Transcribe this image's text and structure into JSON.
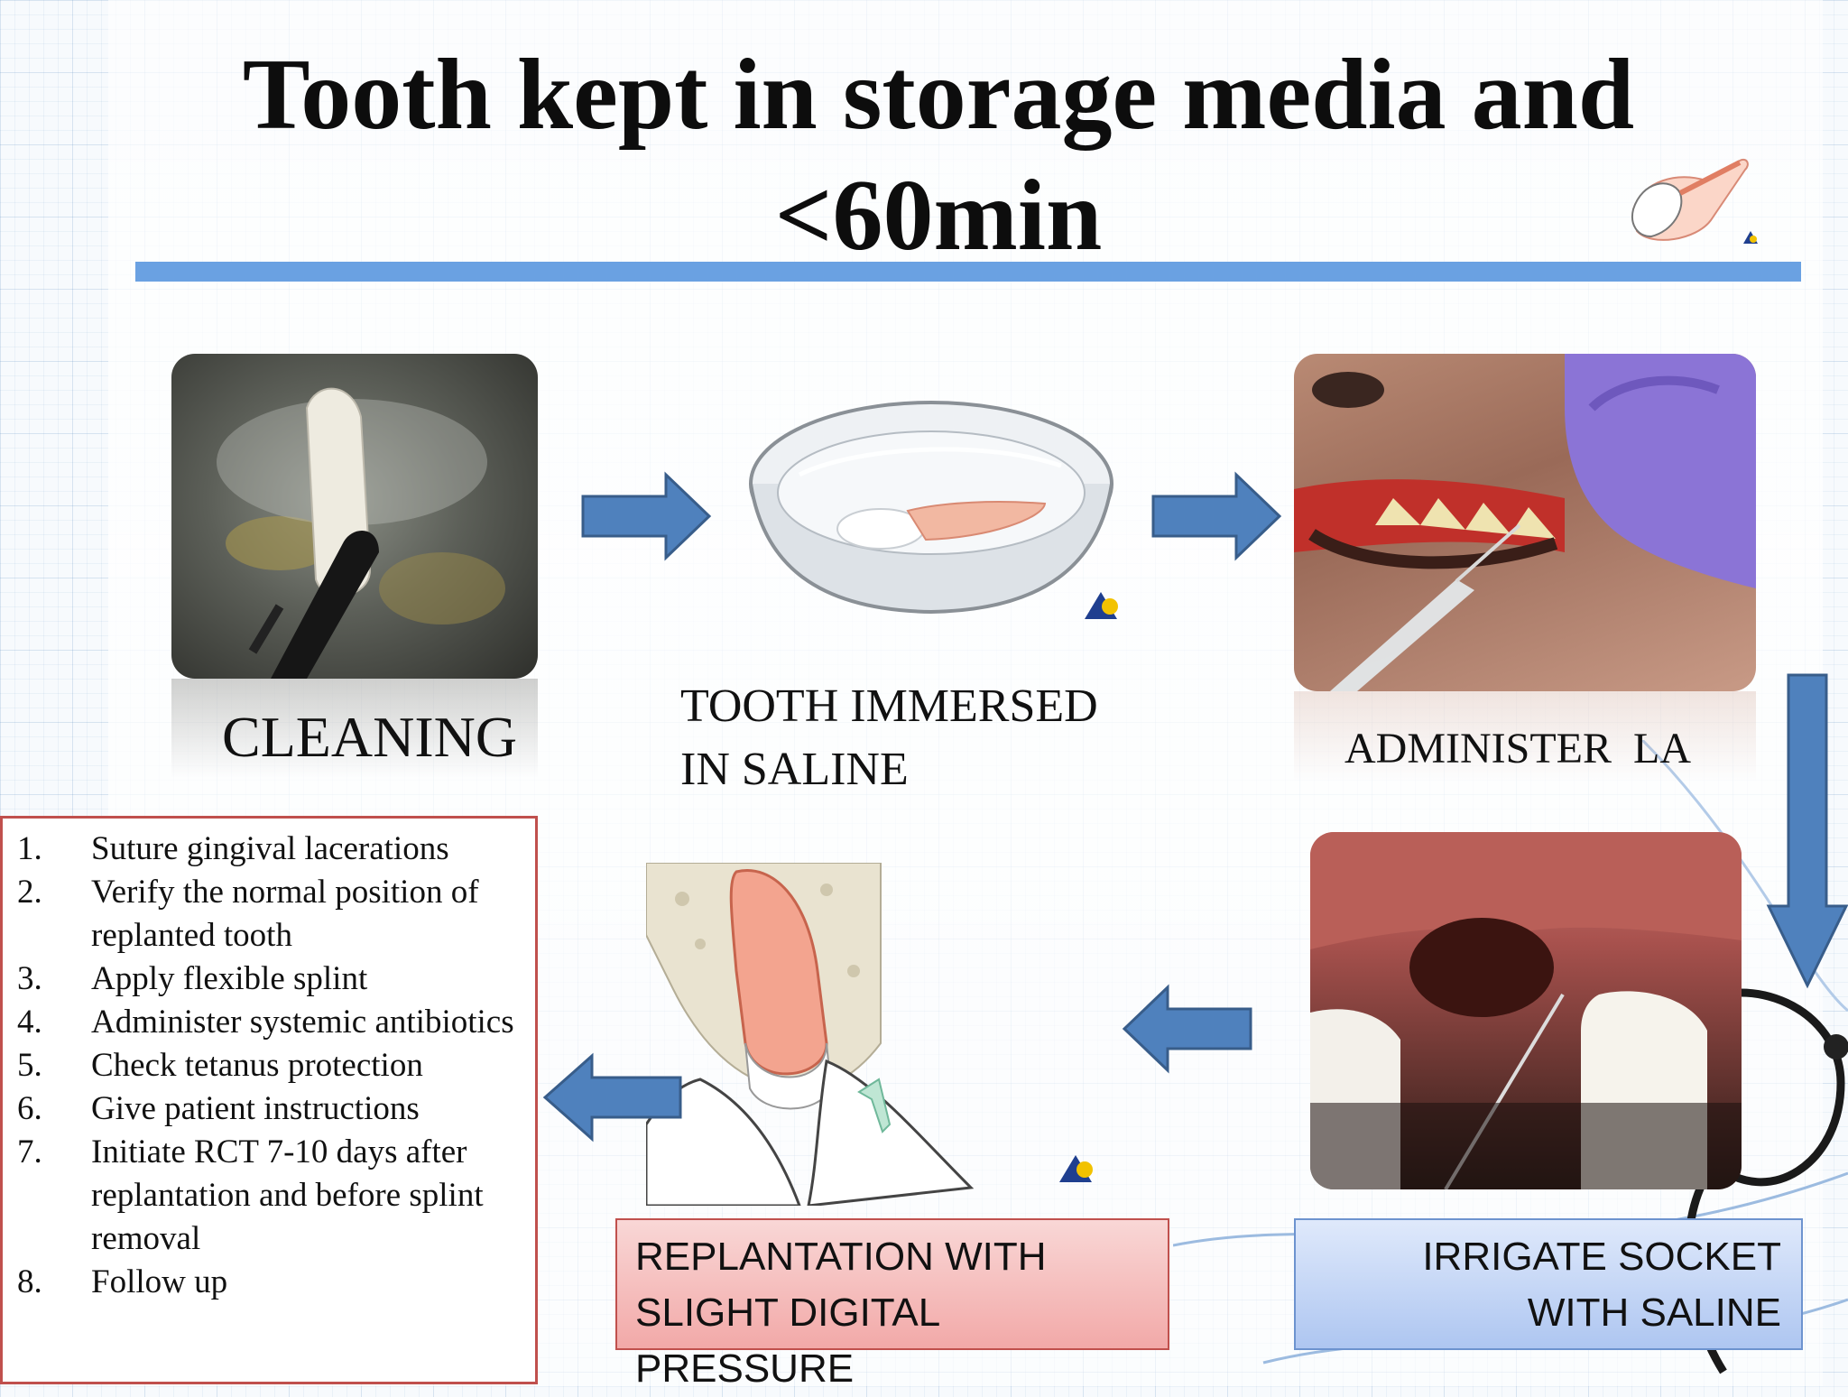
{
  "slide": {
    "title_line1": "Tooth kept in storage media and",
    "title_line2": "<60min"
  },
  "steps": {
    "cleaning": "CLEANING",
    "immersed_line1": "TOOTH IMMERSED",
    "immersed_line2": "IN SALINE",
    "administer": "ADMINISTER  LA",
    "replant_line1": "REPLANTATION WITH",
    "replant_line2": "SLIGHT DIGITAL PRESSURE",
    "irrigate_line1": "IRRIGATE SOCKET",
    "irrigate_line2": "WITH SALINE"
  },
  "followup": [
    {
      "num": "1.",
      "text": "Suture gingival lacerations"
    },
    {
      "num": "2.",
      "text": "Verify the normal position of replanted tooth"
    },
    {
      "num": "3.",
      "text": "Apply flexible splint"
    },
    {
      "num": "4.",
      "text": "Administer systemic antibiotics"
    },
    {
      "num": "5.",
      "text": "Check tetanus protection"
    },
    {
      "num": "6.",
      "text": "Give patient instructions"
    },
    {
      "num": "7.",
      "text": "Initiate RCT 7-10 days after replantation and before splint removal"
    },
    {
      "num": "8.",
      "text": "Follow up"
    }
  ],
  "colors": {
    "arrow_fill": "#4f81bd",
    "arrow_stroke": "#385d8a",
    "title_rule": "#6aa1e2",
    "steps_border": "#c0504d"
  },
  "icons": [
    "tooth-icon",
    "logo-icon",
    "arrow-right-icon",
    "arrow-down-icon",
    "arrow-left-icon"
  ]
}
